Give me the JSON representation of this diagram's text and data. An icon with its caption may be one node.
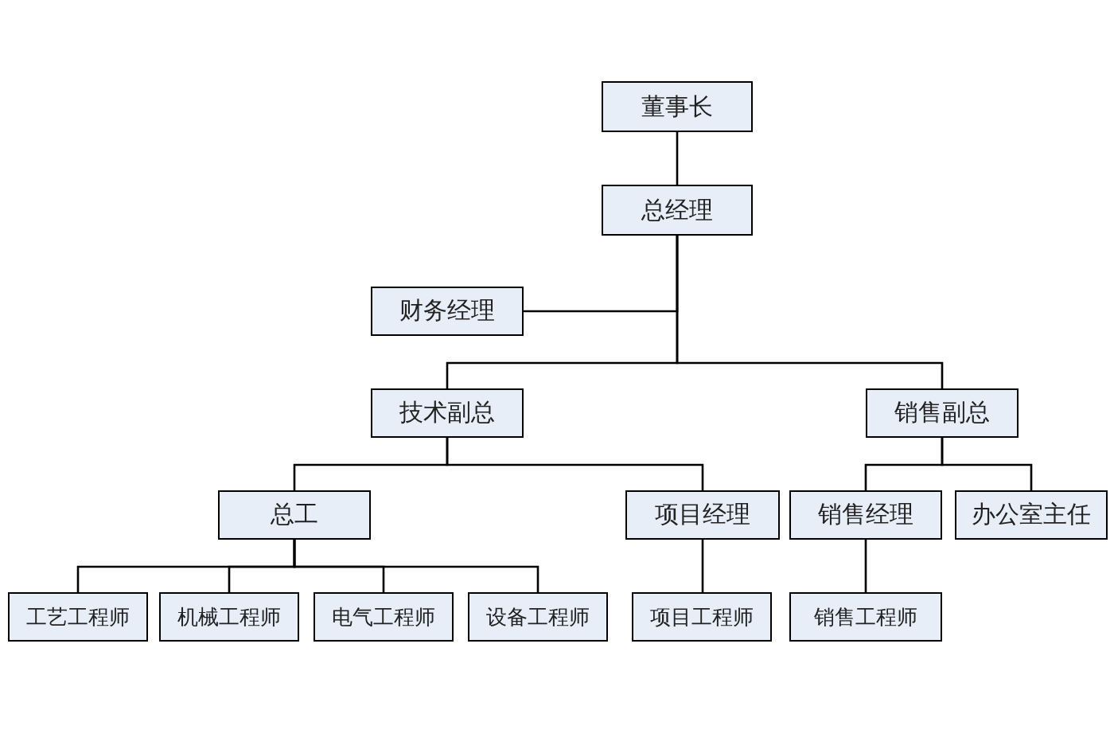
{
  "diagram": {
    "nodes": [
      {
        "text": [
          "董事长"
        ]
      },
      {
        "text": [
          "总经理"
        ]
      },
      {
        "text": [
          "财务经理"
        ]
      },
      {
        "text": [
          "技术副总"
        ]
      },
      {
        "text": [
          "销售副总"
        ]
      },
      {
        "text": [
          "总工"
        ]
      },
      {
        "text": [
          "项目经理"
        ]
      },
      {
        "text": [
          "销售经理"
        ]
      },
      {
        "text": [
          "办公室主任"
        ]
      },
      {
        "text": [
          "工艺工程师"
        ]
      },
      {
        "text": [
          "机械工程师"
        ]
      },
      {
        "text": [
          "电气工程师"
        ]
      },
      {
        "text": [
          "设备工程师"
        ]
      },
      {
        "text": [
          "项目工程师"
        ]
      },
      {
        "text": [
          "销售工程师"
        ]
      }
    ],
    "edges": [
      {
        "from": 0,
        "to": 1,
        "arrow": "none"
      },
      {
        "from": 1,
        "to": 2,
        "arrow": "none"
      },
      {
        "from": 1,
        "to": 3,
        "arrow": "none"
      },
      {
        "from": 1,
        "to": 4,
        "arrow": "none"
      },
      {
        "from": 3,
        "to": 5,
        "arrow": "none"
      },
      {
        "from": 3,
        "to": 6,
        "arrow": "none"
      },
      {
        "from": 4,
        "to": 7,
        "arrow": "none"
      },
      {
        "from": 4,
        "to": 8,
        "arrow": "none"
      },
      {
        "from": 5,
        "to": 9,
        "arrow": "none"
      },
      {
        "from": 5,
        "to": 10,
        "arrow": "none"
      },
      {
        "from": 5,
        "to": 11,
        "arrow": "none"
      },
      {
        "from": 5,
        "to": 12,
        "arrow": "none"
      },
      {
        "from": 6,
        "to": 13,
        "arrow": "none"
      },
      {
        "from": 7,
        "to": 14,
        "arrow": "none"
      }
    ]
  }
}
